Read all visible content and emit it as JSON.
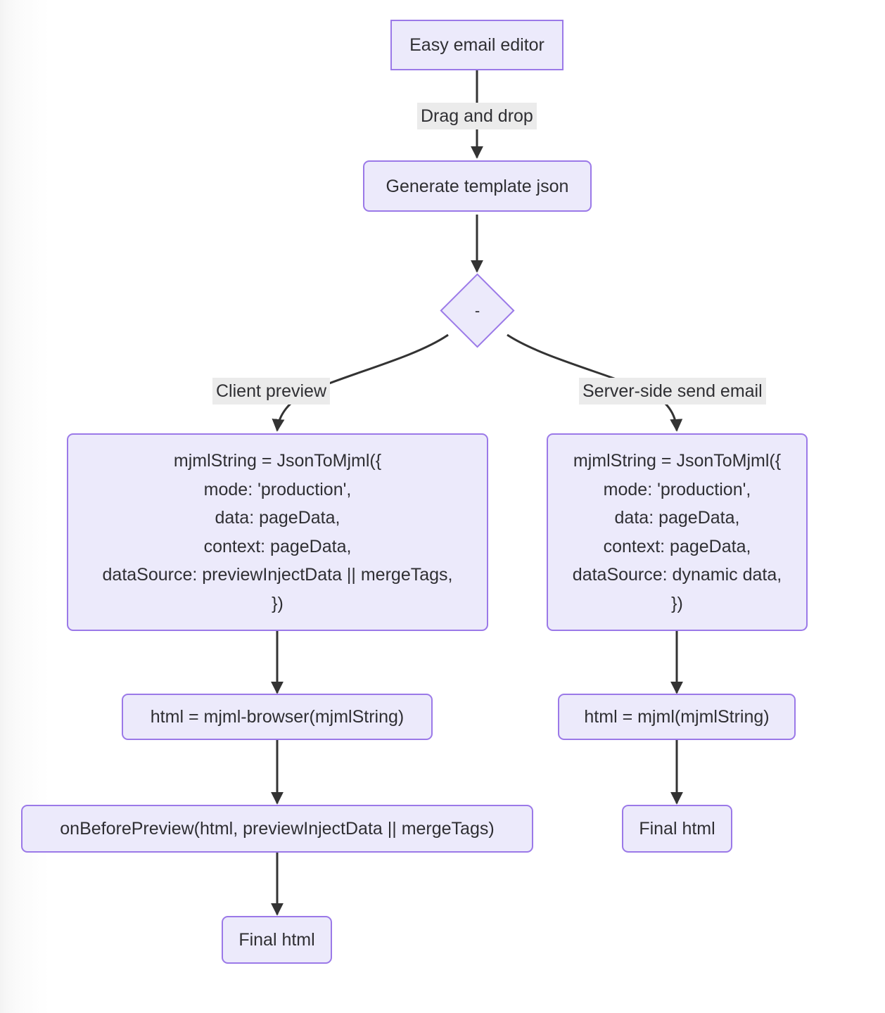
{
  "diagram": {
    "type": "flowchart",
    "direction": "top-down",
    "theme": {
      "node_fill": "#eceafb",
      "node_border": "#9b79e8",
      "edge_color": "#333333",
      "text_color": "#2f2f33",
      "label_background": "#ebebeb",
      "page_background": "#ffffff"
    },
    "nodes": {
      "editor": {
        "label": "Easy email editor",
        "shape": "rectangle"
      },
      "template": {
        "label": "Generate template json",
        "shape": "rounded-rectangle"
      },
      "decision": {
        "label": "-",
        "shape": "diamond"
      },
      "client_code": {
        "label": "mjmlString = JsonToMjml({\nmode: 'production',\ndata: pageData,\ncontext: pageData,\ndataSource: previewInjectData || mergeTags,\n})",
        "shape": "rounded-rectangle"
      },
      "server_code": {
        "label": "mjmlString = JsonToMjml({\nmode: 'production',\ndata: pageData,\ncontext: pageData,\ndataSource: dynamic data,\n})",
        "shape": "rounded-rectangle"
      },
      "client_render": {
        "label": "html = mjml-browser(mjmlString)",
        "shape": "rounded-rectangle"
      },
      "server_render": {
        "label": "html = mjml(mjmlString)",
        "shape": "rounded-rectangle"
      },
      "on_before_preview": {
        "label": "onBeforePreview(html, previewInjectData || mergeTags)",
        "shape": "rounded-rectangle"
      },
      "client_final": {
        "label": "Final html",
        "shape": "rounded-rectangle"
      },
      "server_final": {
        "label": "Final html",
        "shape": "rounded-rectangle"
      }
    },
    "edge_labels": {
      "drag_and_drop": "Drag and drop",
      "client_preview": "Client preview",
      "server_side_send_email": "Server-side send email"
    }
  }
}
